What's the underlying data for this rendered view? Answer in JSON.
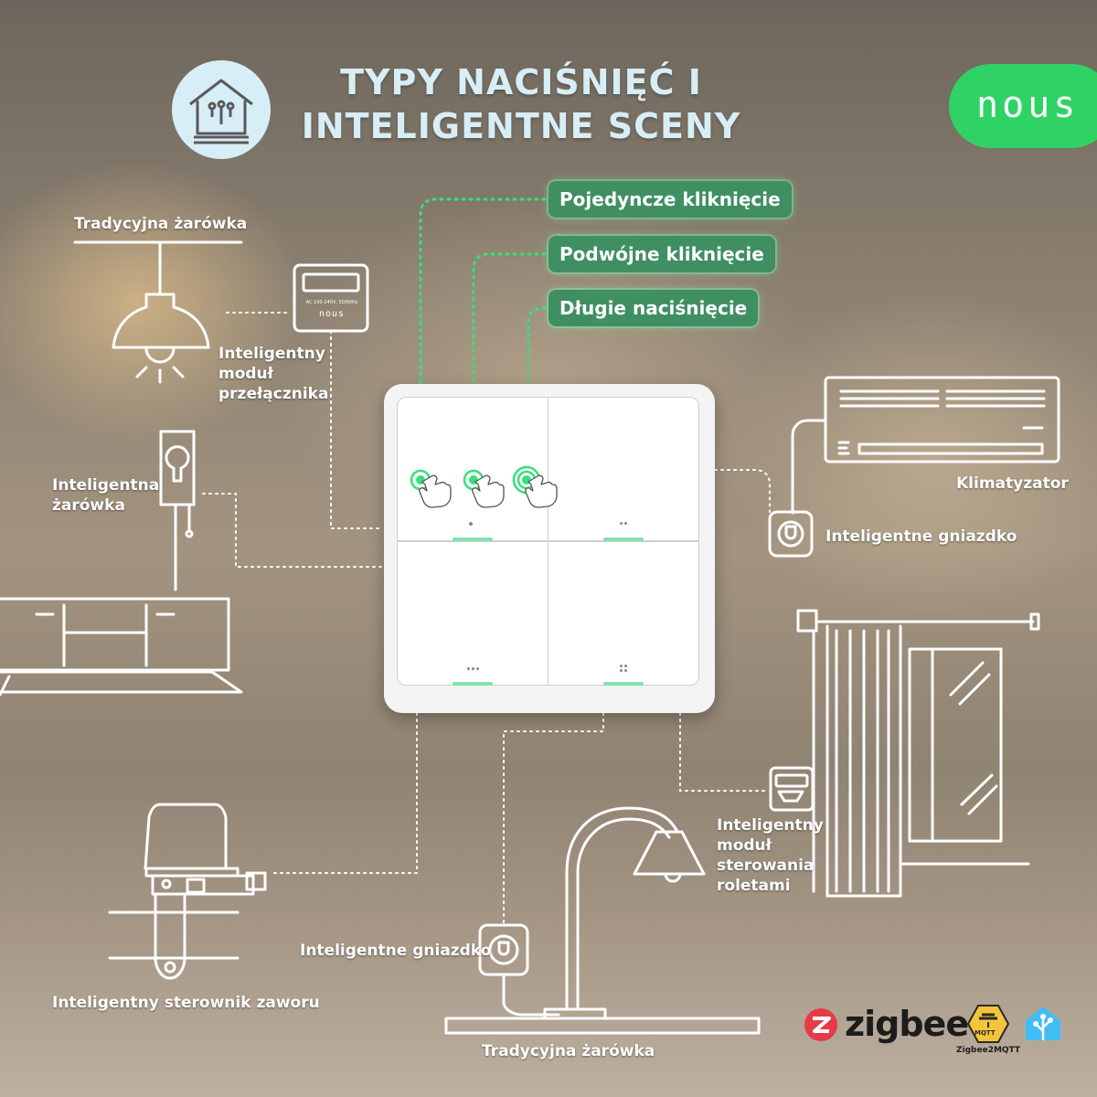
{
  "title": {
    "line1": "TYPY NACIŚNIĘĆ I",
    "line2": "INTELIGENTNE SCENY"
  },
  "brand": {
    "logo": "nous",
    "color": "#2fd365"
  },
  "press_types": [
    "Pojedyncze kliknięcie",
    "Podwójne kliknięcie",
    "Długie naciśnięcie"
  ],
  "devices": {
    "bulb_top": "Tradycyjna żarówka",
    "switch_module": {
      "line1": "Inteligentny",
      "line2": "moduł",
      "line3": "przełącznika"
    },
    "smart_bulb": {
      "line1": "Inteligentna",
      "line2": "żarówka"
    },
    "ac": "Klimatyzator",
    "socket_right": "Inteligentne gniazdko",
    "blinds_module": {
      "line1": "Inteligentny",
      "line2": "moduł",
      "line3": "sterowania",
      "line4": "roletami"
    },
    "valve": "Inteligentny sterownik zaworu",
    "socket_bottom": "Inteligentne gniazdko",
    "bulb_bottom": "Tradycyjna żarówka"
  },
  "module_text": {
    "voltage": "AC 100-240V, 50/60Hz",
    "logo": "nous"
  },
  "badges": {
    "zigbee": "zigbee",
    "mqtt_top": "MQTT",
    "mqtt_caption": "Zigbee2MQTT"
  },
  "icons": {
    "header": "smart-home-icon",
    "hand": "hand-tap-icon",
    "home_assistant": "home-assistant-icon"
  },
  "colors": {
    "title": "#d7eef6",
    "pill": "#3f8f63",
    "dots": "#36e07a",
    "accent_bar": "#7fe3b0",
    "zigbee_red": "#e53b46",
    "mqtt_yellow": "#f2c53d",
    "ha_blue": "#41bdf5"
  }
}
